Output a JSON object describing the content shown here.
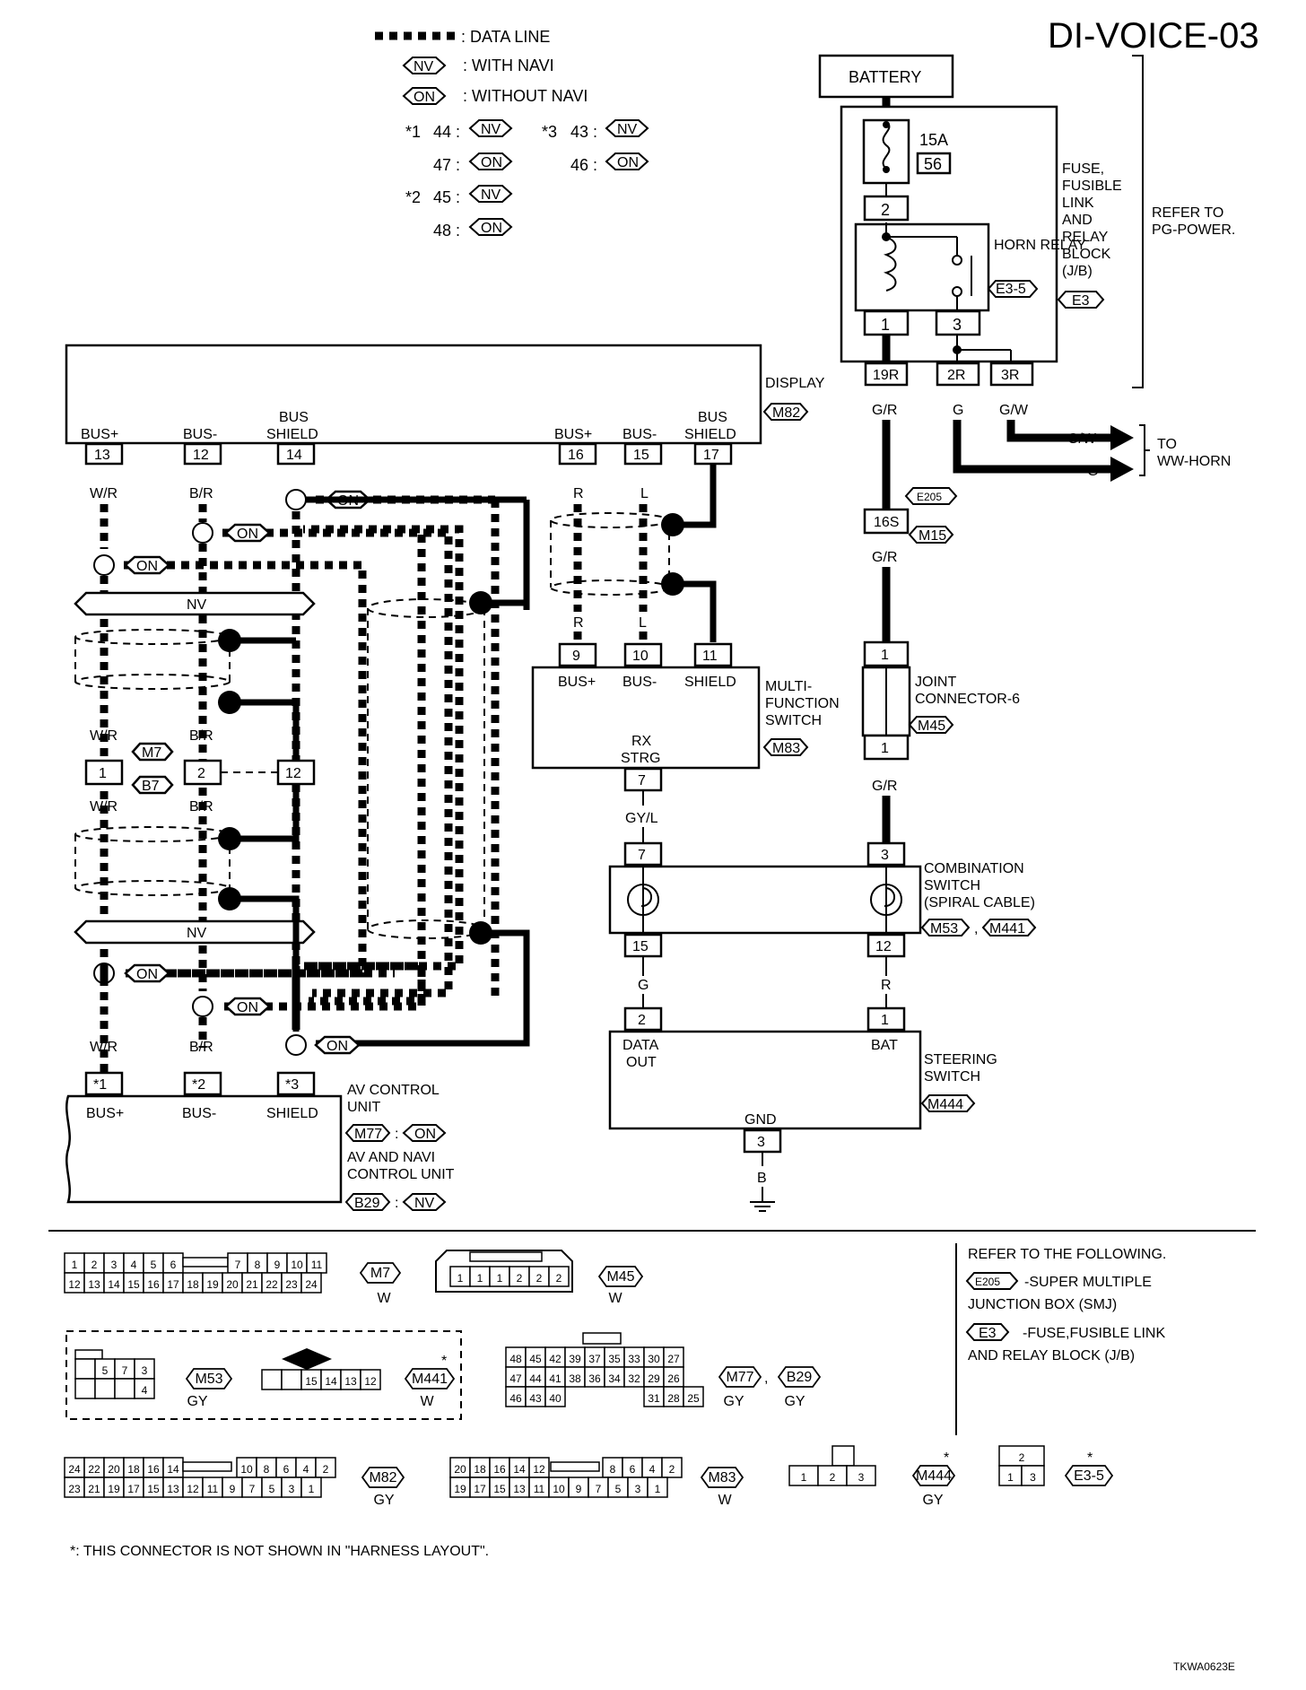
{
  "title": "DI-VOICE-03",
  "footer_code": "TKWA0623E",
  "footnote": "*: THIS CONNECTOR IS NOT SHOWN IN \"HARNESS LAYOUT\".",
  "legend": {
    "data_line": ": DATA LINE",
    "nv": "NV",
    "nv_text": ": WITH NAVI",
    "on": "ON",
    "on_text": ": WITHOUT NAVI",
    "n1": "*1",
    "n1a": "44 :",
    "n1b": "47 :",
    "n2": "*2",
    "n2a": "45 :",
    "n2b": "48 :",
    "n3": "*3",
    "n3a": "43 :",
    "n3b": "46 :"
  },
  "power": {
    "battery": "BATTERY",
    "fuse_amp": "15A",
    "fuse_no": "56",
    "relay_name": "HORN RELAY",
    "relay_conn": "E3-5",
    "jb_lines": [
      "FUSE,",
      "FUSIBLE",
      "LINK",
      "AND",
      "RELAY",
      "BLOCK",
      "(J/B)"
    ],
    "jb_conn": "E3",
    "refer": [
      "REFER TO",
      "PG-POWER."
    ],
    "pins": {
      "p2": "2",
      "p1": "1",
      "p3": "3",
      "r19": "19R",
      "r2": "2R",
      "r3": "3R"
    },
    "wires": {
      "gr": "G/R",
      "g": "G",
      "gw": "G/W"
    },
    "to": [
      "TO",
      "WW-HORN"
    ],
    "smj_pin": "16S",
    "smj_conn": "E205",
    "m15": "M15",
    "gr2": "G/R"
  },
  "display": {
    "name": "DISPLAY",
    "conn": "M82",
    "l_busp": "BUS+",
    "l_busm": "BUS-",
    "l_shield1": "BUS",
    "l_shield2": "SHIELD",
    "p13": "13",
    "p12": "12",
    "p14": "14",
    "p16": "16",
    "p15": "15",
    "p17": "17"
  },
  "wires_left": {
    "wr": "W/R",
    "br": "B/R",
    "r": "R",
    "l": "L"
  },
  "nv_bar": "NV",
  "on_tag": "ON",
  "m7": {
    "conn1": "M7",
    "conn2": "B7",
    "p1": "1",
    "p2": "2",
    "p12": "12"
  },
  "mfs": {
    "name": [
      "MULTI-",
      "FUNCTION",
      "SWITCH"
    ],
    "conn": "M83",
    "l_busp": "BUS+",
    "l_busm": "BUS-",
    "l_shield": "SHIELD",
    "p9": "9",
    "p10": "10",
    "p11": "11",
    "rx1": "RX",
    "rx2": "STRG",
    "p7": "7",
    "wire": "GY/L"
  },
  "joint": {
    "name": [
      "JOINT",
      "CONNECTOR-6"
    ],
    "conn": "M45",
    "p1": "1",
    "wire": "G/R"
  },
  "combo": {
    "name": [
      "COMBINATION",
      "SWITCH",
      "(SPIRAL CABLE)"
    ],
    "conn1": "M53",
    "conn2": "M441",
    "p7": "7",
    "p3": "3",
    "p15": "15",
    "p12": "12",
    "w_g": "G",
    "w_r": "R"
  },
  "steer": {
    "name": [
      "STEERING",
      "SWITCH"
    ],
    "conn": "M444",
    "data1": "DATA",
    "data2": "OUT",
    "bat": "BAT",
    "gnd": "GND",
    "p2": "2",
    "p1": "1",
    "p3": "3",
    "w_b": "B"
  },
  "av": {
    "name": [
      "AV CONTROL",
      "UNIT"
    ],
    "conn_on": "M77",
    "name2": [
      "AV AND NAVI",
      "CONTROL UNIT"
    ],
    "conn_nv": "B29",
    "l_busp": "BUS+",
    "l_busm": "BUS-",
    "l_shield": "SHIELD",
    "p1": "*1",
    "p2": "*2",
    "p3": "*3"
  },
  "refer_block": {
    "title": "REFER TO THE FOLLOWING.",
    "e205": "E205",
    "e205_text": [
      "-SUPER MULTIPLE",
      "JUNCTION BOX (SMJ)"
    ],
    "e3": "E3",
    "e3_text": [
      "-FUSE,FUSIBLE LINK",
      "AND RELAY BLOCK (J/B)"
    ]
  },
  "connectors": {
    "m7": {
      "label": "M7",
      "color": "W",
      "top": [
        "1",
        "2",
        "3",
        "4",
        "5",
        "6",
        "",
        "7",
        "8",
        "9",
        "10",
        "11"
      ],
      "bot": [
        "12",
        "13",
        "14",
        "15",
        "16",
        "17",
        "18",
        "19",
        "20",
        "21",
        "22",
        "23",
        "24"
      ]
    },
    "m45": {
      "label": "M45",
      "color": "W",
      "cells": [
        "1",
        "1",
        "1",
        "2",
        "2",
        "2"
      ]
    },
    "m53": {
      "label": "M53",
      "color": "GY",
      "top": [
        "5",
        "7",
        "3"
      ],
      "bot": [
        "4"
      ]
    },
    "m441": {
      "label": "M441",
      "color": "W",
      "cells": [
        "15",
        "14",
        "13",
        "12"
      ]
    },
    "m77": {
      "label1": "M77",
      "label2": "B29",
      "color1": "GY",
      "color2": "GY",
      "r1": [
        "48",
        "45",
        "42",
        "39",
        "37",
        "35",
        "33",
        "30",
        "27"
      ],
      "r2": [
        "47",
        "44",
        "41",
        "38",
        "36",
        "34",
        "32",
        "29",
        "26"
      ],
      "r3": [
        "46",
        "43",
        "40",
        "31",
        "28",
        "25"
      ]
    },
    "m82": {
      "label": "M82",
      "color": "GY",
      "top": [
        "24",
        "22",
        "20",
        "18",
        "16",
        "14",
        "10",
        "8",
        "6",
        "4",
        "2"
      ],
      "bot": [
        "23",
        "21",
        "19",
        "17",
        "15",
        "13",
        "12",
        "11",
        "9",
        "7",
        "5",
        "3",
        "1"
      ]
    },
    "m83": {
      "label": "M83",
      "color": "W",
      "top": [
        "20",
        "18",
        "16",
        "14",
        "12",
        "8",
        "6",
        "4",
        "2"
      ],
      "bot": [
        "19",
        "17",
        "15",
        "13",
        "11",
        "10",
        "9",
        "7",
        "5",
        "3",
        "1"
      ]
    },
    "m444": {
      "label": "M444",
      "color": "GY",
      "cells": [
        "1",
        "2",
        "3"
      ]
    },
    "e35": {
      "label": "E3-5",
      "top": [
        "2"
      ],
      "bot": [
        "1",
        "3"
      ]
    },
    "star": "*"
  }
}
